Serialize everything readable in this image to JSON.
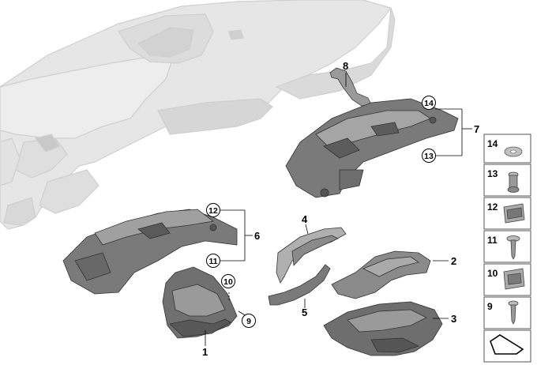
{
  "callouts": {
    "n1": "1",
    "n2": "2",
    "n3": "3",
    "n4": "4",
    "n5": "5",
    "n6": "6",
    "n7": "7",
    "n8": "8",
    "n9": "9",
    "n10": "10",
    "n11": "11",
    "n12": "12",
    "n13": "13",
    "n14": "14"
  },
  "legend": [
    "14",
    "13",
    "12",
    "11",
    "10",
    "9"
  ],
  "colors": {
    "dashboard": "#e4e4e4",
    "dashboard_stroke": "#c9c9c9",
    "part_dark": "#6a6a6a",
    "part_mid": "#8e8e8e",
    "part_light": "#b5b5b5",
    "line": "#000000"
  }
}
